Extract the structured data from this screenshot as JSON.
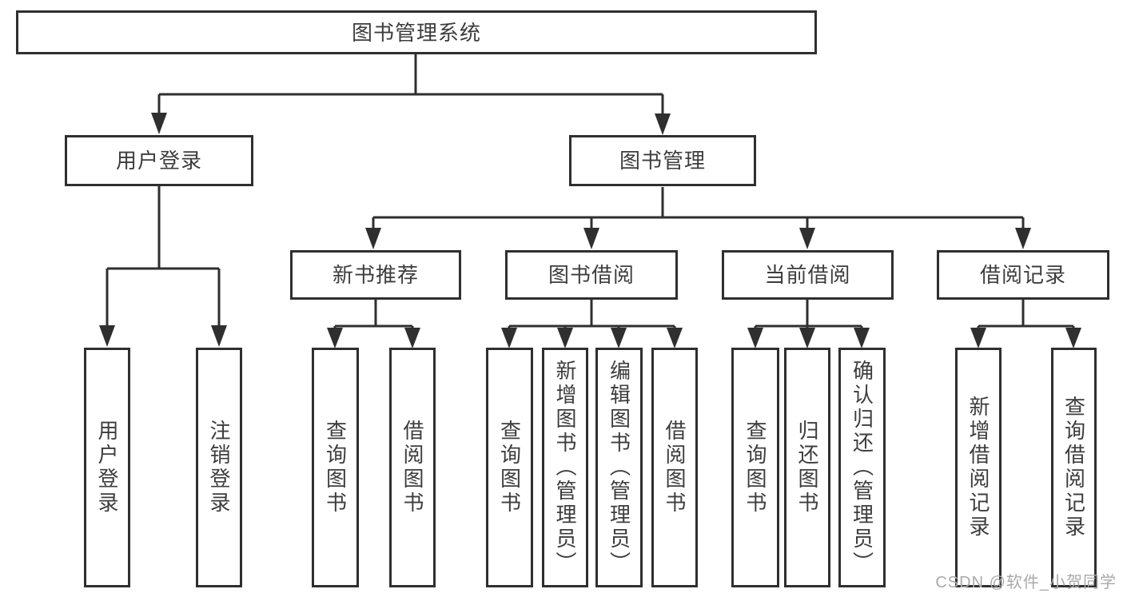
{
  "diagram": {
    "root": {
      "label": "图书管理系统"
    },
    "branches": [
      {
        "label": "用户登录",
        "children": [
          {
            "label": "用户登录"
          },
          {
            "label": "注销登录"
          }
        ]
      },
      {
        "label": "图书管理",
        "children": [
          {
            "label": "新书推荐",
            "children": [
              {
                "label": "查询图书"
              },
              {
                "label": "借阅图书"
              }
            ]
          },
          {
            "label": "图书借阅",
            "children": [
              {
                "label": "查询图书"
              },
              {
                "label": "新增图书（管理员）"
              },
              {
                "label": "编辑图书（管理员）"
              },
              {
                "label": "借阅图书"
              }
            ]
          },
          {
            "label": "当前借阅",
            "children": [
              {
                "label": "查询图书"
              },
              {
                "label": "归还图书"
              },
              {
                "label": "确认归还（管理员）"
              }
            ]
          },
          {
            "label": "借阅记录",
            "children": [
              {
                "label": "新增借阅记录"
              },
              {
                "label": "查询借阅记录"
              }
            ]
          }
        ]
      }
    ]
  },
  "watermark": {
    "text": "CSDN @软件_小贺同学"
  },
  "colors": {
    "line": "#2f2f2f",
    "text": "#3d3d3d",
    "watermark": "#a9a9a9",
    "background": "#ffffff"
  }
}
